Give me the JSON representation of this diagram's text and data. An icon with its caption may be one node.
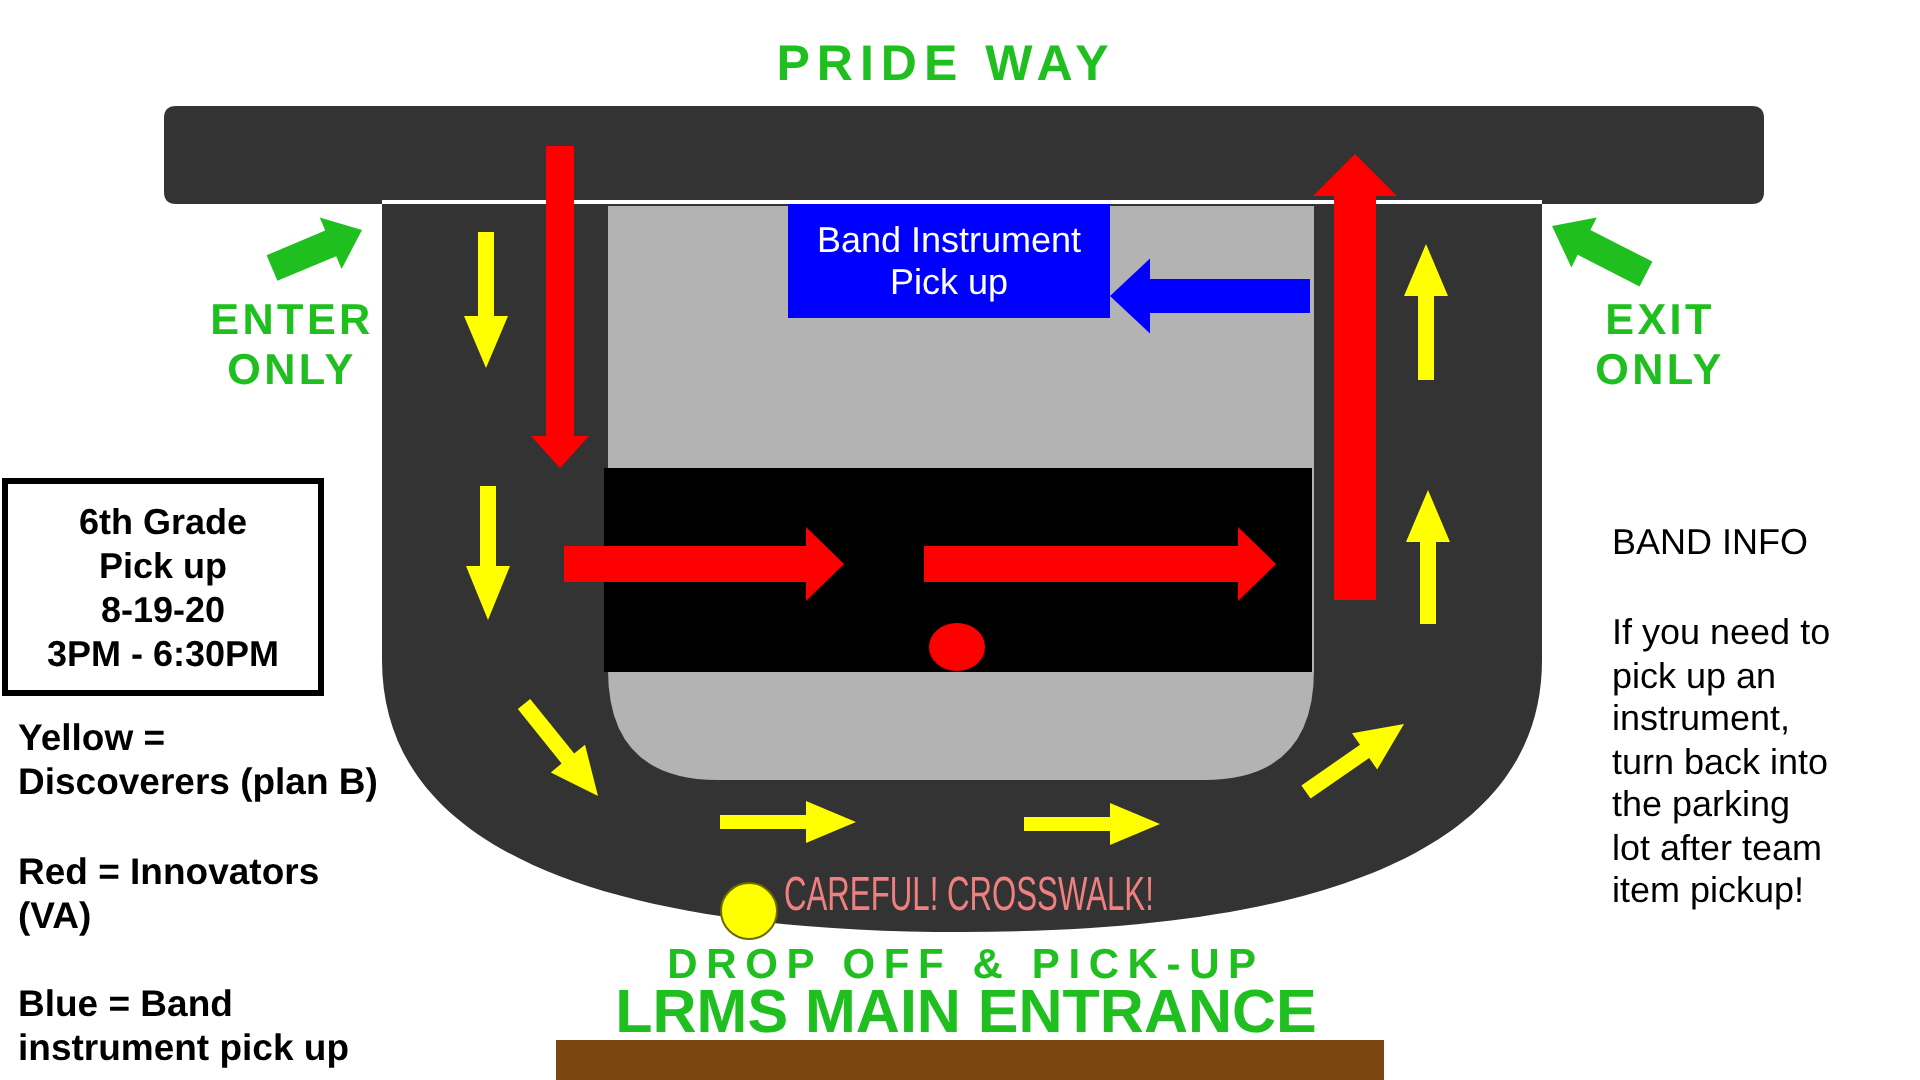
{
  "diagram": {
    "nodes": [
      {
        "text": [
          "6th Grade Pick up",
          "8-19-20",
          "3PM - 6:30PM"
        ]
      },
      {
        "text": [
          "Band Instrument Pick up"
        ]
      },
      {
        "text": [],
        "shape": "bar",
        "beside": [
          "LRMS MAIN ENTRANCE"
        ]
      }
    ],
    "edges": [
      {
        "from": null,
        "to": 1,
        "arrow": "to"
      }
    ],
    "labels": [
      "PRIDE WAY",
      "ENTER ONLY",
      "EXIT ONLY",
      "BAND INFO",
      "If you need to pick up an instrument, turn back into the parking lot after team item pickup!",
      "Yellow = Discoverers (plan B)",
      "Red = Innovators (VA)",
      "Blue = Band instrument pick up",
      "CAREFUL! CROSSWALK!",
      "DROP OFF & PICK-UP"
    ]
  }
}
